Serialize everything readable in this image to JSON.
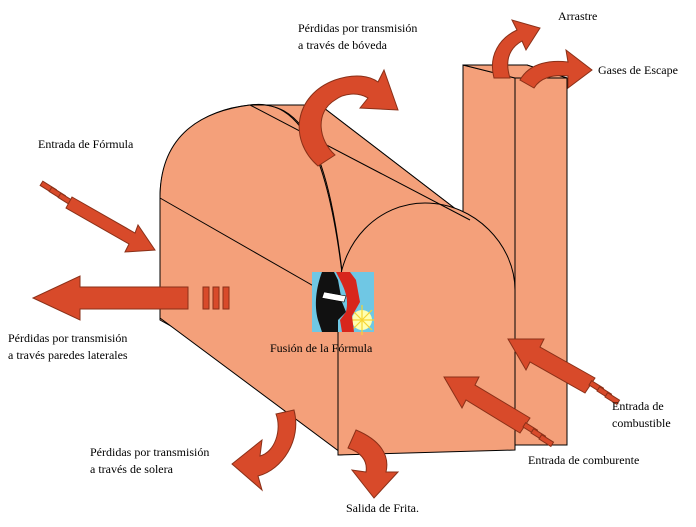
{
  "colors": {
    "body_fill": "#f4a07a",
    "outline": "#000000",
    "arrow_fill": "#d84a2a",
    "arrow_stroke": "#7a2a1a"
  },
  "labels": {
    "arrastre": "Arrastre",
    "gases_escape": "Gases de Escape",
    "perdidas_boveda": [
      "Pérdidas por transmisión",
      "a través de bóveda"
    ],
    "entrada_formula": "Entrada de Fórmula",
    "perdidas_laterales": [
      "Pérdidas por transmisión",
      "a través paredes laterales"
    ],
    "fusion_formula": "Fusión de la Fórmula",
    "perdidas_solera": [
      "Pérdidas por transmisión",
      "a través de solera"
    ],
    "salida_frita": "Salida de Frita.",
    "entrada_combustible": [
      "Entrada de",
      "combustible"
    ],
    "entrada_comburente": "Entrada de comburente"
  },
  "icons": {
    "furnace": "furnace-illustration",
    "logo": "flame-face-logo"
  }
}
